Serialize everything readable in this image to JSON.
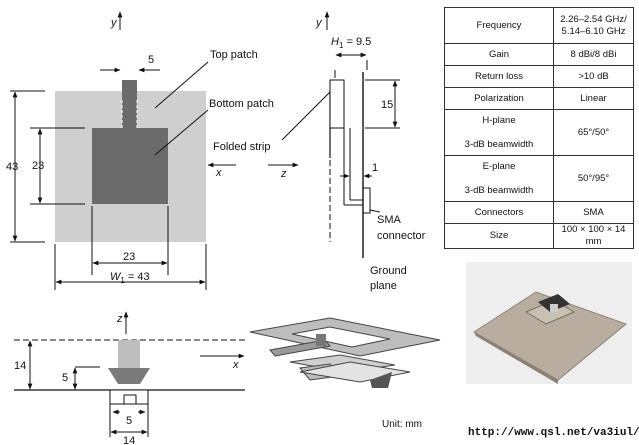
{
  "labels": {
    "top_patch": "Top patch",
    "bottom_patch": "Bottom patch",
    "folded_strip": "Folded strip",
    "sma_line1": "SMA",
    "sma_line2": "connector",
    "ground_line1": "Ground",
    "ground_line2": "plane",
    "unit": "Unit: mm",
    "url": "http://www.qsl.net/va3iul/"
  },
  "axes": {
    "y1": "y",
    "x1": "x",
    "y2": "y",
    "z2": "z",
    "z3": "z",
    "x3": "x"
  },
  "dims": {
    "top_w5": "5",
    "h43": "43",
    "h23": "23",
    "w23": "23",
    "W1_var": "W",
    "W1_sub": "1",
    "W1_val": " = 43",
    "H1_var": "H",
    "H1_sub": "1",
    "H1_val": " = 9.5",
    "h15": "15",
    "gap1": "1",
    "s14": "14",
    "s5": "5",
    "b5": "5",
    "b14": "14"
  },
  "spec_table": [
    {
      "k": "Frequency",
      "v1": "2.26–2.54 GHz/",
      "v2": "5.14–6.10 GHz"
    },
    {
      "k": "Gain",
      "v1": "8 dBi/8 dBi",
      "v2": ""
    },
    {
      "k": "Return loss",
      "v1": ">10 dB",
      "v2": ""
    },
    {
      "k": "Polarization",
      "v1": "Linear",
      "v2": ""
    },
    {
      "k1": "H-plane",
      "k2": "3-dB beamwidth",
      "v1": "65°/50°"
    },
    {
      "k1": "E-plane",
      "k2": "3-dB beamwidth",
      "v1": "50°/95°"
    },
    {
      "k": "Connectors",
      "v1": "SMA",
      "v2": ""
    },
    {
      "k": "Size",
      "v1": "100 × 100 × 14 mm",
      "v2": ""
    }
  ],
  "colors": {
    "light_patch": "#cfcfcf",
    "dark_patch": "#6b6b6b",
    "photo_bg": "#eeeeee",
    "board": "#b8ad9e"
  }
}
